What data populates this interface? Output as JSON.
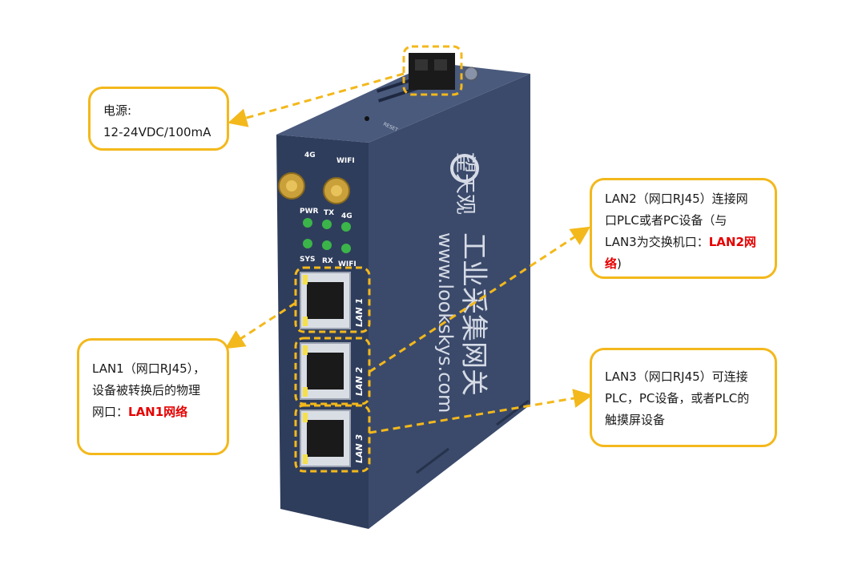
{
  "callouts": {
    "power": {
      "line1": "电源:",
      "line2": "12-24VDC/100mA"
    },
    "lan1": {
      "line1": "LAN1（网口RJ45），",
      "line2": "设备被转换后的物理",
      "line3_a": "网口：",
      "line3_b": "LAN1网络"
    },
    "lan2": {
      "line1": "LAN2（网口RJ45）连接网",
      "line2": "口PLC或者PC设备（与",
      "line3_a": "LAN3为交换机口：",
      "line3_b": "LAN2网",
      "line4_b": "络",
      "line4_c": ")"
    },
    "lan3": {
      "line1": "LAN3（网口RJ45）可连接",
      "line2": "PLC，PC设备，或者PLC的",
      "line3": "触摸屏设备"
    }
  },
  "device": {
    "antenna_labels": [
      "4G",
      "WIFI"
    ],
    "led_top_labels": [
      "PWR",
      "TX",
      "4G"
    ],
    "led_bottom_labels": [
      "SYS",
      "RX",
      "WIFI"
    ],
    "port_labels": [
      "LAN 1",
      "LAN 2",
      "LAN 3"
    ],
    "reset_label": "RESET",
    "brand_name": "望天观",
    "product_name": "工业采集网关",
    "website": "www.lookskys.com"
  },
  "colors": {
    "accent": "#f3b81b",
    "highlight": "#e60000",
    "device_body": "#2f3d5c"
  }
}
